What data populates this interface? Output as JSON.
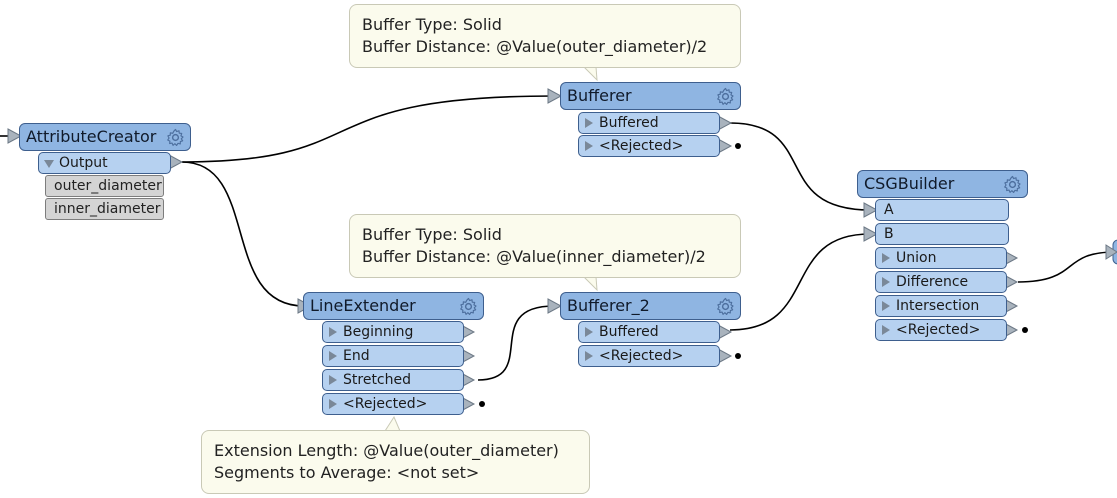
{
  "transformers": {
    "attribute_creator": {
      "name": "AttributeCreator",
      "ports": {
        "output": "Output"
      },
      "attributes": [
        "outer_diameter",
        "inner_diameter"
      ]
    },
    "bufferer": {
      "name": "Bufferer",
      "ports": {
        "buffered": "Buffered",
        "rejected": "<Rejected>"
      }
    },
    "line_extender": {
      "name": "LineExtender",
      "ports": {
        "beginning": "Beginning",
        "end": "End",
        "stretched": "Stretched",
        "rejected": "<Rejected>"
      }
    },
    "bufferer_2": {
      "name": "Bufferer_2",
      "ports": {
        "buffered": "Buffered",
        "rejected": "<Rejected>"
      }
    },
    "csg_builder": {
      "name": "CSGBuilder",
      "inputs": {
        "a": "A",
        "b": "B"
      },
      "ports": {
        "union": "Union",
        "difference": "Difference",
        "intersection": "Intersection",
        "rejected": "<Rejected>"
      }
    }
  },
  "annotations": {
    "bufferer": {
      "line1": "Buffer Type: Solid",
      "line2": "Buffer Distance: @Value(outer_diameter)/2"
    },
    "bufferer_2": {
      "line1": "Buffer Type: Solid",
      "line2": "Buffer Distance: @Value(inner_diameter)/2"
    },
    "line_extender": {
      "line1": "Extension Length: @Value(outer_diameter)",
      "line2": "Segments to Average: <not set>"
    }
  },
  "icons": {
    "gear": "gear-icon",
    "input_port": "input-port-arrow-icon",
    "output_port": "output-port-arrow-icon",
    "expand": "expand-triangle-icon",
    "collapse": "collapse-triangle-icon",
    "rejected_terminal": "rejected-terminal-dot-icon"
  },
  "colors": {
    "node_header": "#8fb5e2",
    "node_port": "#b6d1f0",
    "node_border": "#3e5f8e",
    "annotation_bg": "#fbfbed",
    "wire": "#000000",
    "attribute_bg": "#d4d4d4"
  }
}
